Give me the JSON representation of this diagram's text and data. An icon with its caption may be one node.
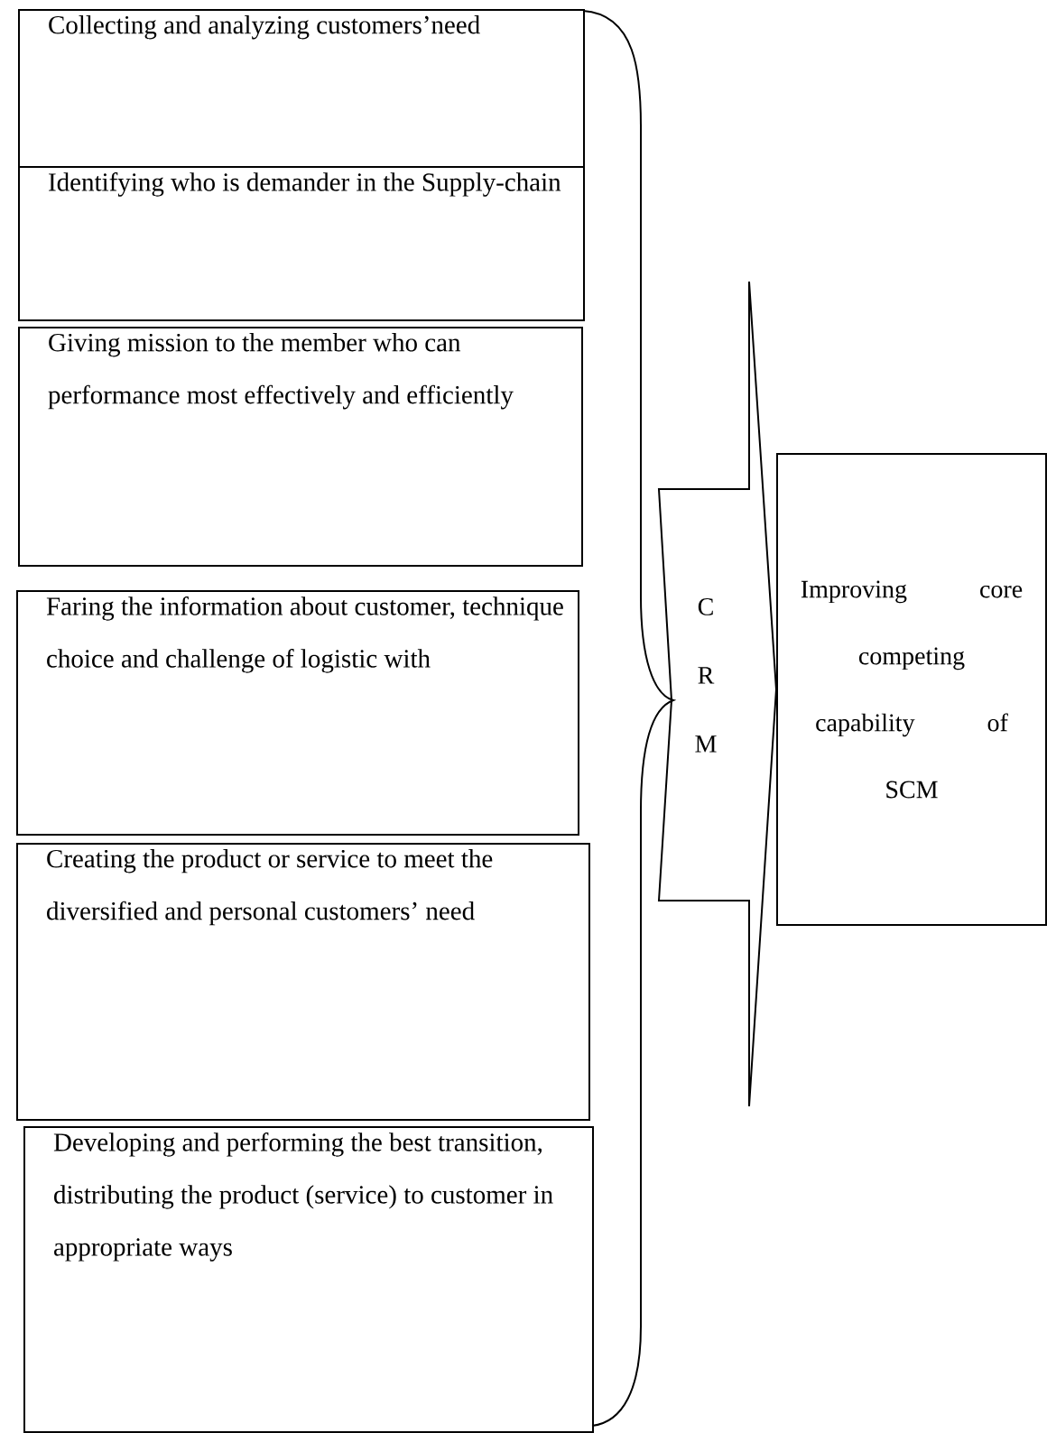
{
  "diagram": {
    "nodes": [
      {
        "text": [
          "Collecting and analyzing customers’need"
        ]
      },
      {
        "text": [
          "Identifying who is demander in the Supply-chain"
        ]
      },
      {
        "text": [
          "Giving mission to the member who can performance most effectively and efficiently"
        ]
      },
      {
        "text": [
          "Faring the information about customer, technique choice and challenge of logistic with"
        ]
      },
      {
        "text": [
          "Creating the product or service to meet the diversified and personal customers’ need"
        ]
      },
      {
        "text": [
          "Developing and performing the best transition, distributing the product (service) to customer in appropriate ways"
        ]
      },
      {
        "text": [
          "Improving core competing capability of SCM"
        ]
      }
    ],
    "edges": [
      {
        "from": null,
        "to": 6,
        "arrow": "to",
        "label": "C R M"
      }
    ]
  }
}
